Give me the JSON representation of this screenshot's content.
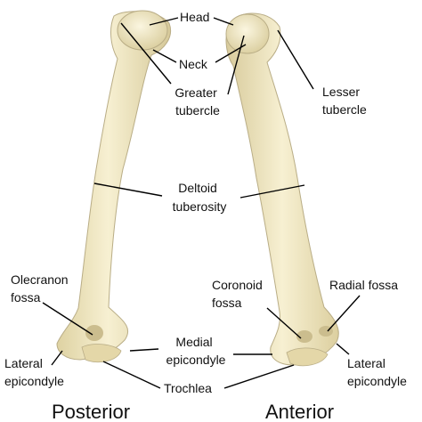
{
  "labels": {
    "head": "Head",
    "neck": "Neck",
    "greater_tubercle": [
      "Greater",
      "tubercle"
    ],
    "lesser_tubercle": [
      "Lesser",
      "tubercle"
    ],
    "deltoid_tuberosity": [
      "Deltoid",
      "tuberosity"
    ],
    "olecranon_fossa": [
      "Olecranon",
      "fossa"
    ],
    "coronoid_fossa": [
      "Coronoid",
      "fossa"
    ],
    "radial_fossa": "Radial fossa",
    "medial_epicondyle": [
      "Medial",
      "epicondyle"
    ],
    "lateral_epicondyle_left": [
      "Lateral",
      "epicondyle"
    ],
    "lateral_epicondyle_right": [
      "Lateral",
      "epicondyle"
    ],
    "trochlea": "Trochlea"
  },
  "views": {
    "posterior": "Posterior",
    "anterior": "Anterior"
  },
  "colors": {
    "bone_light": "#f6efcf",
    "bone_mid": "#e8dcae",
    "bone_shadow": "#cbbd8e",
    "leader_line": "#000000"
  }
}
